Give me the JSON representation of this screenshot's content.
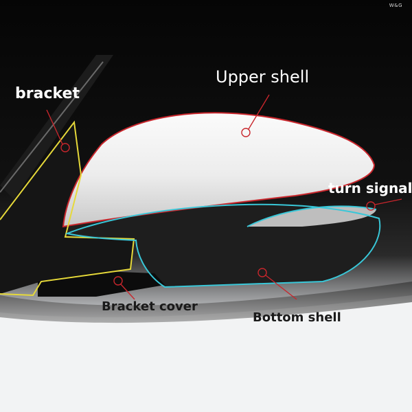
{
  "brand": "W&G",
  "labels": {
    "upper_shell": "Upper shell",
    "bracket": "bracket",
    "turn_signal": "turn signal",
    "bracket_cover": "Bracket cover",
    "bottom_shell": "Bottom shell"
  },
  "outline_colors": {
    "upper_shell": "#c8262c",
    "bracket": "#e6d93a",
    "bottom_shell": "#39c7d8",
    "pointer": "#c8262c"
  }
}
